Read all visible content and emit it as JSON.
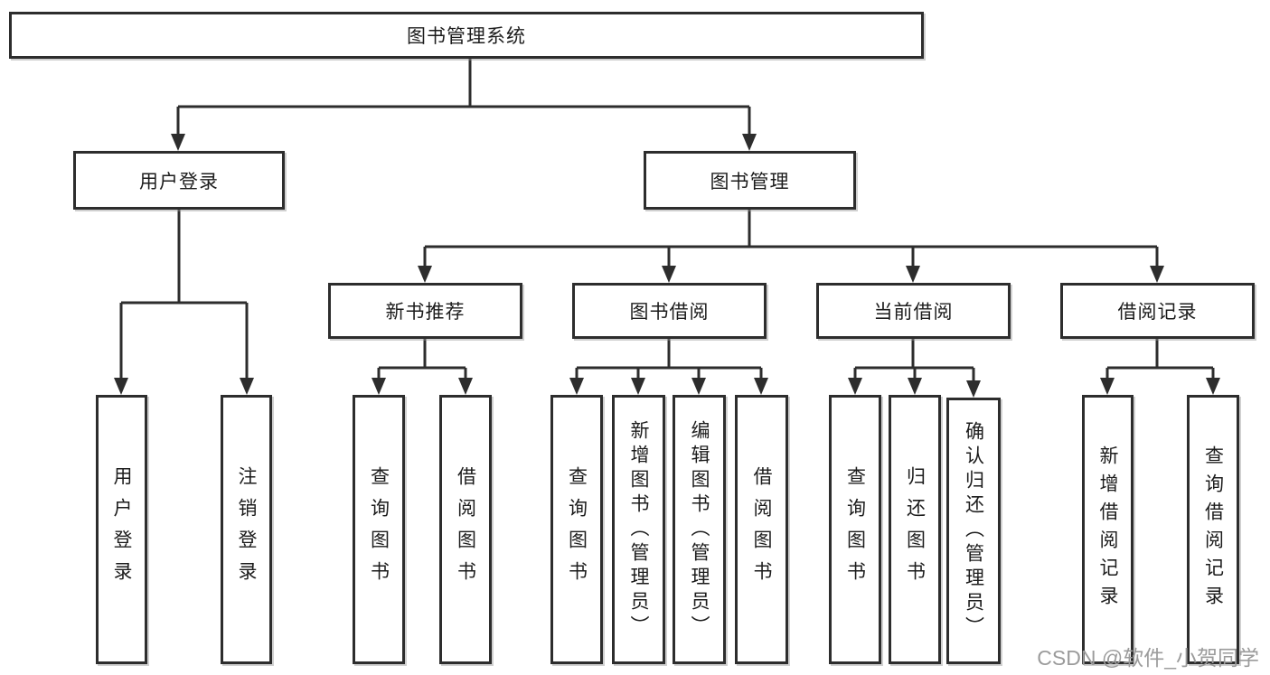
{
  "diagram": {
    "root": {
      "label": "图书管理系统"
    },
    "branches": [
      {
        "label": "用户登录",
        "children": [
          {
            "label": "用户登录"
          },
          {
            "label": "注销登录"
          }
        ]
      },
      {
        "label": "图书管理",
        "children": [
          {
            "label": "新书推荐",
            "children": [
              {
                "label": "查询图书"
              },
              {
                "label": "借阅图书"
              }
            ]
          },
          {
            "label": "图书借阅",
            "children": [
              {
                "label": "查询图书"
              },
              {
                "label": "新增图书（管理员）"
              },
              {
                "label": "编辑图书（管理员）"
              },
              {
                "label": "借阅图书"
              }
            ]
          },
          {
            "label": "当前借阅",
            "children": [
              {
                "label": "查询图书"
              },
              {
                "label": "归还图书"
              },
              {
                "label": "确认归还（管理员）"
              }
            ]
          },
          {
            "label": "借阅记录",
            "children": [
              {
                "label": "新增借阅记录"
              },
              {
                "label": "查询借阅记录"
              }
            ]
          }
        ]
      }
    ]
  },
  "watermark": {
    "text": "CSDN @软件_小贺同学"
  },
  "colors": {
    "line": "#2d2d2d",
    "text": "#1c1c1c",
    "watermark": "#9b9b9b",
    "background": "#ffffff"
  }
}
